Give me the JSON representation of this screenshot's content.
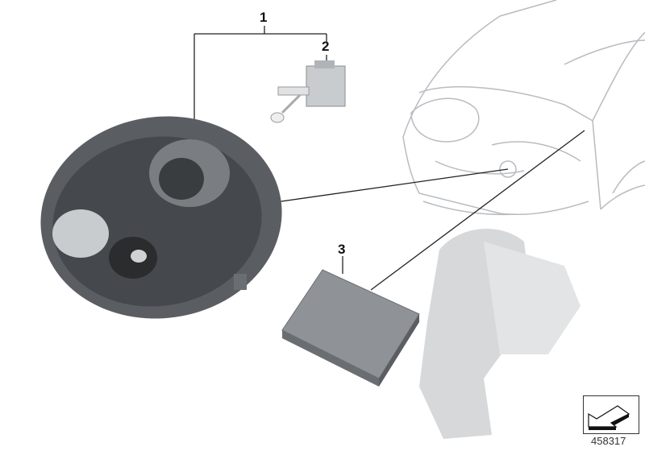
{
  "diagram": {
    "type": "parts-exploded-view",
    "callouts": [
      {
        "id": "1",
        "label": "1",
        "part": "headlight-assembly"
      },
      {
        "id": "2",
        "label": "2",
        "part": "xenon-bulb"
      },
      {
        "id": "3",
        "label": "3",
        "part": "control-unit"
      }
    ],
    "reference_number": "458317",
    "icons": {
      "navigation": "arrow-down-left-icon"
    },
    "colors": {
      "line": "#222222",
      "car_outline": "#b8bcc0",
      "part_dark": "#3a3d40",
      "part_grey": "#8f9398",
      "bracket": "#d6d8da"
    }
  }
}
